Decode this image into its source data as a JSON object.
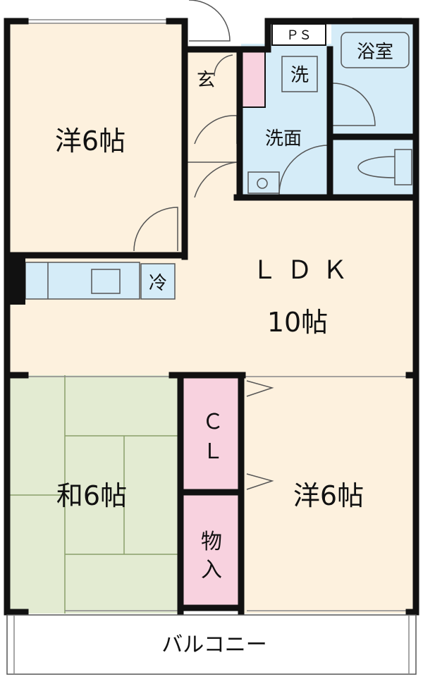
{
  "rooms": {
    "western_top": {
      "label": "洋6帖"
    },
    "ldk": {
      "name": "ＬＤＫ",
      "size": "10帖"
    },
    "japanese": {
      "label": "和6帖"
    },
    "western_bottom": {
      "label": "洋6帖"
    },
    "closet": {
      "line1": "Ｃ",
      "line2": "Ｌ"
    },
    "storage": {
      "line1": "物",
      "line2": "入"
    },
    "entrance": {
      "label": "玄"
    },
    "washroom": {
      "label": "洗面"
    },
    "bath": {
      "label": "浴室"
    },
    "washer": {
      "label": "洗"
    },
    "pipe_space": {
      "label": "ＰＳ"
    },
    "fridge": {
      "label": "冷"
    },
    "balcony": {
      "label": "バルコニー"
    }
  },
  "colors": {
    "western": "#fdf1de",
    "tatami": "#e3ebd2",
    "wet_area": "#d5ecf8",
    "closet": "#f8d2df",
    "wall": "#111111",
    "white": "#ffffff"
  }
}
